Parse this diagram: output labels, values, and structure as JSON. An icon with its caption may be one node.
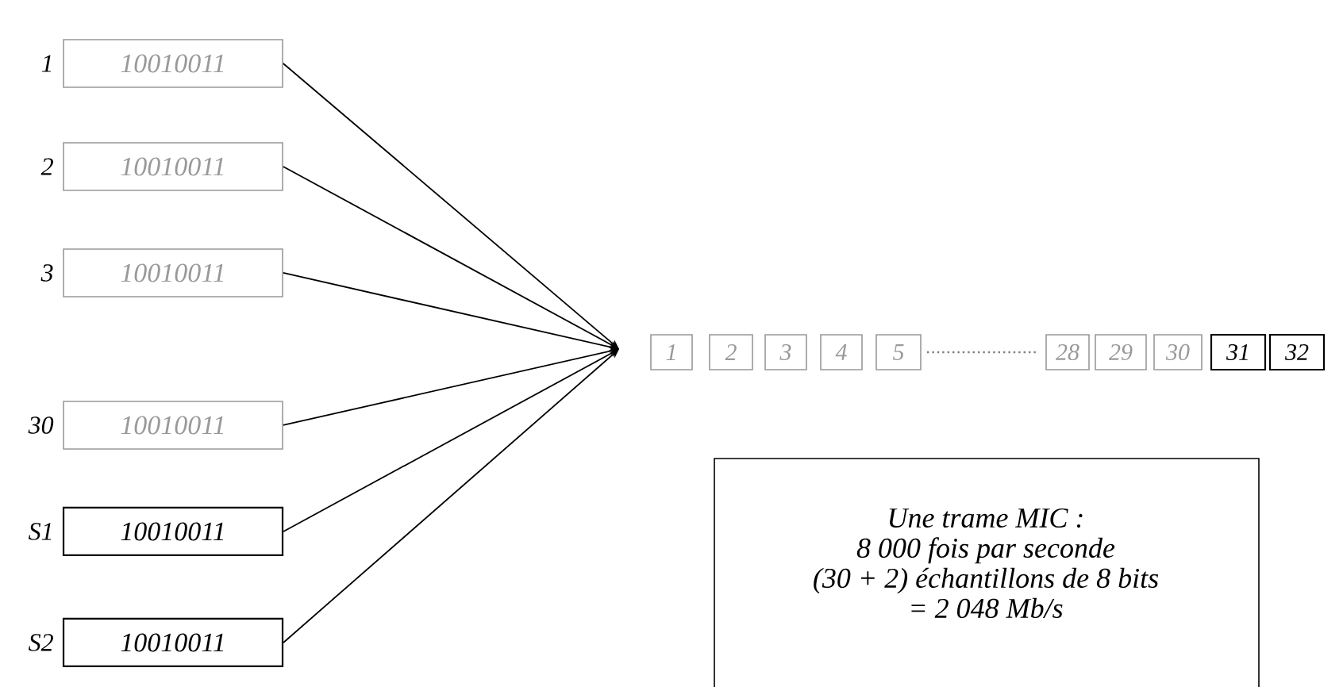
{
  "diagram": {
    "nodes": [
      {
        "text": [
          "10010011"
        ],
        "beside": [
          "1"
        ]
      },
      {
        "text": [
          "10010011"
        ],
        "beside": [
          "2"
        ]
      },
      {
        "text": [
          "10010011"
        ],
        "beside": [
          "3"
        ]
      },
      {
        "text": [
          "10010011"
        ],
        "beside": [
          "30"
        ]
      },
      {
        "text": [
          "10010011"
        ],
        "beside": [
          "S1"
        ]
      },
      {
        "text": [
          "10010011"
        ],
        "beside": [
          "S2"
        ]
      },
      {
        "text": [
          "1"
        ]
      },
      {
        "text": [
          "2"
        ]
      },
      {
        "text": [
          "3"
        ]
      },
      {
        "text": [
          "4"
        ]
      },
      {
        "text": [
          "5"
        ]
      },
      {
        "text": [
          "28"
        ]
      },
      {
        "text": [
          "29"
        ]
      },
      {
        "text": [
          "30"
        ]
      },
      {
        "text": [
          "31"
        ]
      },
      {
        "text": [
          "32"
        ]
      },
      {
        "text": [
          "Une trame MIC :",
          "8 000 fois par seconde",
          "(30 + 2) échantillons de 8 bits",
          "= 2 048 Mb/s"
        ]
      }
    ],
    "edges": [
      {
        "from": 0,
        "to": null,
        "arrow": "to"
      },
      {
        "from": 1,
        "to": null,
        "arrow": "to"
      },
      {
        "from": 2,
        "to": null,
        "arrow": "to"
      },
      {
        "from": 3,
        "to": null,
        "arrow": "to"
      },
      {
        "from": 4,
        "to": null,
        "arrow": "to"
      },
      {
        "from": 5,
        "to": null,
        "arrow": "to"
      }
    ]
  }
}
